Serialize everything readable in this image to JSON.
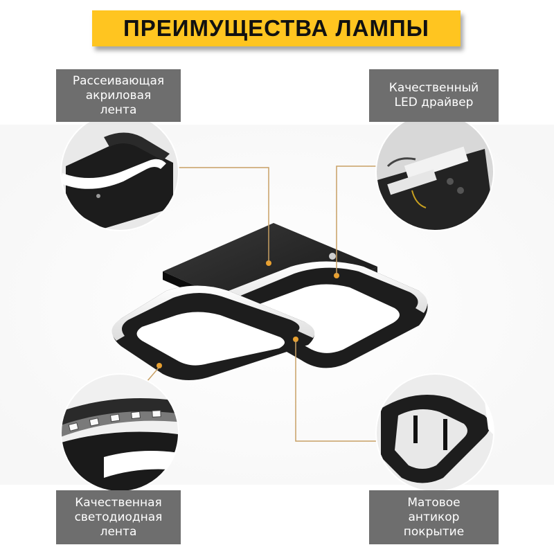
{
  "header": {
    "title": "ПРЕИМУЩЕСТВА ЛАМПЫ"
  },
  "features": {
    "top_left": "Рассеивающая\nакриловая\nлента",
    "top_right": "Качественный\nLED драйвер",
    "bottom_left": "Качественная\nсветодиодная\nлента",
    "bottom_right": "Матовое\nантикор\nпокрытие"
  },
  "colors": {
    "banner": "#ffc520",
    "label_bg": "#6e6e6e",
    "callout_line": "#c8a064",
    "callout_dot": "#e8a030",
    "lamp_frame": "#1e1e1e",
    "light_strip": "#f4f4f4"
  }
}
